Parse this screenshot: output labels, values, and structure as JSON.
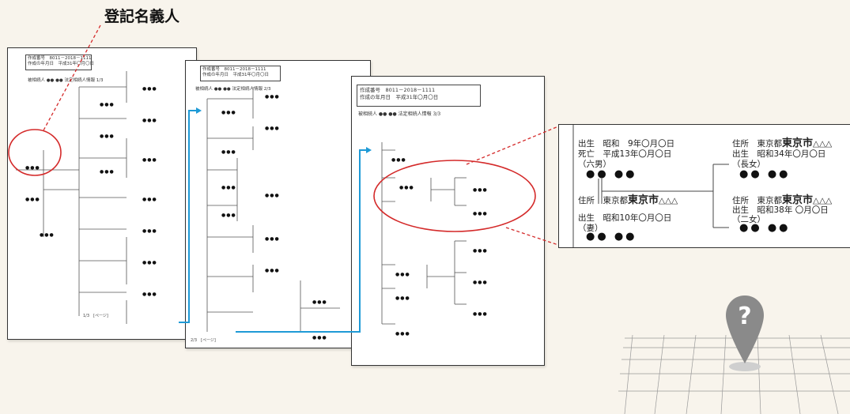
{
  "label_registered_person": "登記名義人",
  "sheets": [
    {
      "doc_no": "作成番号　8011－2018－1111",
      "doc_date": "作成の年月日　平成31年〇月〇日",
      "heading": "被相続人 ●● ●● 法定相続人情報 1/3",
      "footer": "1/3　[ページ]"
    },
    {
      "doc_no": "作成番号　8011－2018－1111",
      "doc_date": "作成の年月日　平成31年〇月〇日",
      "heading": "被相続人 ●● ●● 法定相続人情報 2/3",
      "footer": "2/3　[ページ]"
    },
    {
      "doc_no": "作成番号　8011－2018－1111",
      "doc_date": "作成の年月日　平成31年〇月〇日",
      "heading": "被相続人 ●● ●● 法定相続人情報 3/3",
      "footer": ""
    }
  ],
  "zoom": {
    "left_top": {
      "birth": "出生　昭和　9年〇月〇日",
      "death": "死亡　平成13年〇月〇日",
      "relation": "（六男）",
      "name": "●● ●●"
    },
    "left_bottom": {
      "address_prefix": "住所　東京都",
      "address_city": "東京市",
      "address_suffix": "△△△",
      "birth": "出生　昭和10年〇月〇日",
      "relation": "（妻）",
      "name": "●● ●●"
    },
    "right_top": {
      "address_prefix": "住所　東京都",
      "address_city": "東京市",
      "address_suffix": "△△△",
      "birth": "出生　昭和34年〇月〇日",
      "relation": "（長女）",
      "name": "●● ●●"
    },
    "right_bottom": {
      "address_prefix": "住所　東京都",
      "address_city": "東京市",
      "address_suffix": "△△△",
      "birth": "出生　昭和38年 〇月〇日",
      "relation": "（二女）",
      "name": "●● ●●"
    }
  },
  "pin_symbol": "?",
  "colors": {
    "blue_arrow": "#1e9ad6",
    "red_dash": "#d42a2a",
    "pin": "#8a8a8a",
    "background": "#f8f4ec"
  }
}
